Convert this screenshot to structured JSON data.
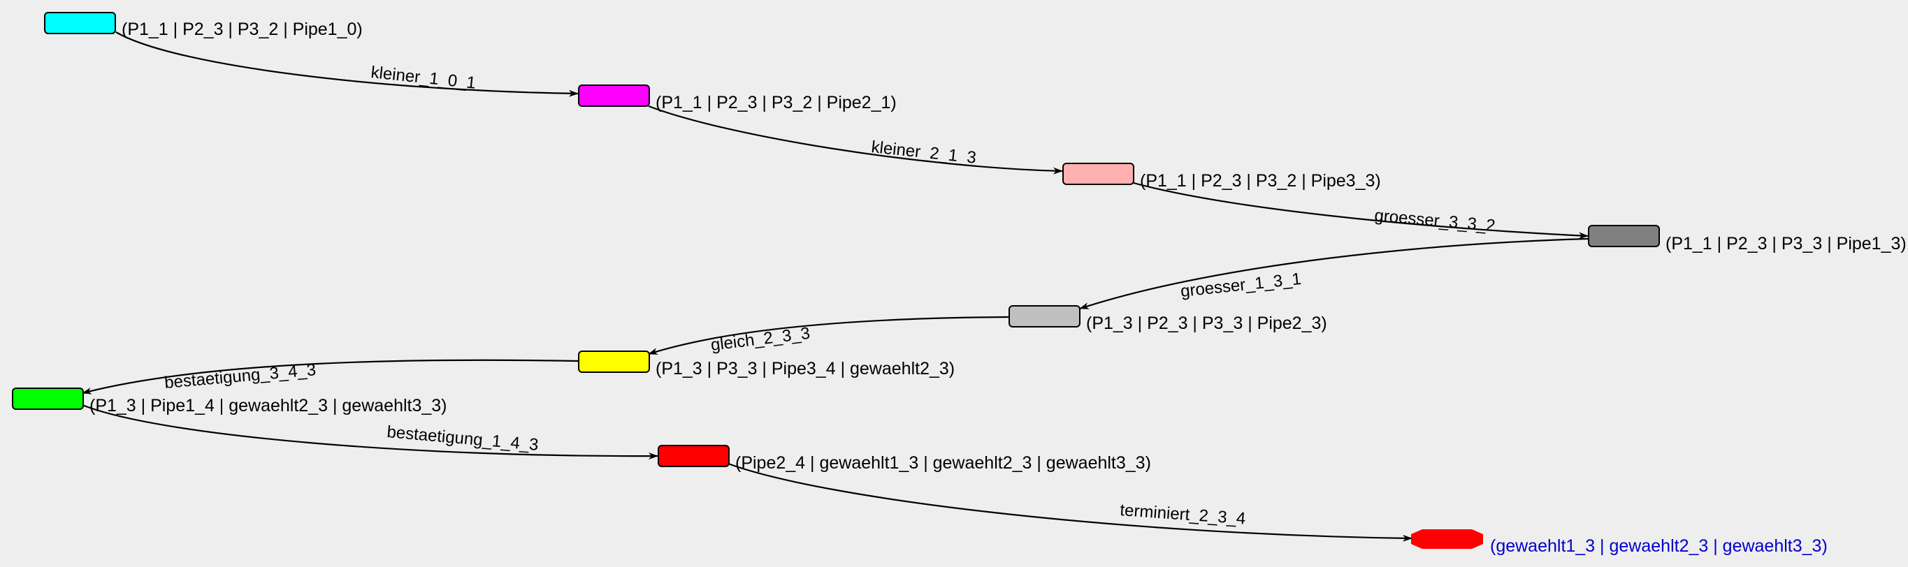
{
  "states": [
    {
      "id": "s0",
      "label": "(P1_1 | P2_3 | P3_2 | Pipe1_0)",
      "fill": "#00ffff"
    },
    {
      "id": "s1",
      "label": "(P1_1 | P2_3 | P3_2 | Pipe2_1)",
      "fill": "#ff00ff"
    },
    {
      "id": "s2",
      "label": "(P1_1 | P2_3 | P3_2 | Pipe3_3)",
      "fill": "#ffb0b0"
    },
    {
      "id": "s3",
      "label": "(P1_1 | P2_3 | P3_3 | Pipe1_3)",
      "fill": "#808080"
    },
    {
      "id": "s4",
      "label": "(P1_3 | P2_3 | P3_3 | Pipe2_3)",
      "fill": "#c0c0c0"
    },
    {
      "id": "s5",
      "label": "(P1_3 | P3_3 | Pipe3_4 | gewaehlt2_3)",
      "fill": "#ffff00"
    },
    {
      "id": "s6",
      "label": "(P1_3 | Pipe1_4 | gewaehlt2_3 | gewaehlt3_3)",
      "fill": "#00ff00"
    },
    {
      "id": "s7",
      "label": "(Pipe2_4 | gewaehlt1_3 | gewaehlt2_3 | gewaehlt3_3)",
      "fill": "#ff0000"
    },
    {
      "id": "s8",
      "label": "(gewaehlt1_3 | gewaehlt2_3 | gewaehlt3_3)",
      "fill": "#ff0000",
      "label_color": "#0000cc",
      "shape": "octagon"
    }
  ],
  "transitions": [
    {
      "from": "s0",
      "to": "s1",
      "label": "kleiner_1_0_1"
    },
    {
      "from": "s1",
      "to": "s2",
      "label": "kleiner_2_1_3"
    },
    {
      "from": "s2",
      "to": "s3",
      "label": "groesser_3_3_2"
    },
    {
      "from": "s3",
      "to": "s4",
      "label": "groesser_1_3_1"
    },
    {
      "from": "s4",
      "to": "s5",
      "label": "gleich_2_3_3"
    },
    {
      "from": "s5",
      "to": "s6",
      "label": "bestaetigung_3_4_3"
    },
    {
      "from": "s6",
      "to": "s7",
      "label": "bestaetigung_1_4_3"
    },
    {
      "from": "s7",
      "to": "s8",
      "label": "terminiert_2_3_4"
    }
  ]
}
